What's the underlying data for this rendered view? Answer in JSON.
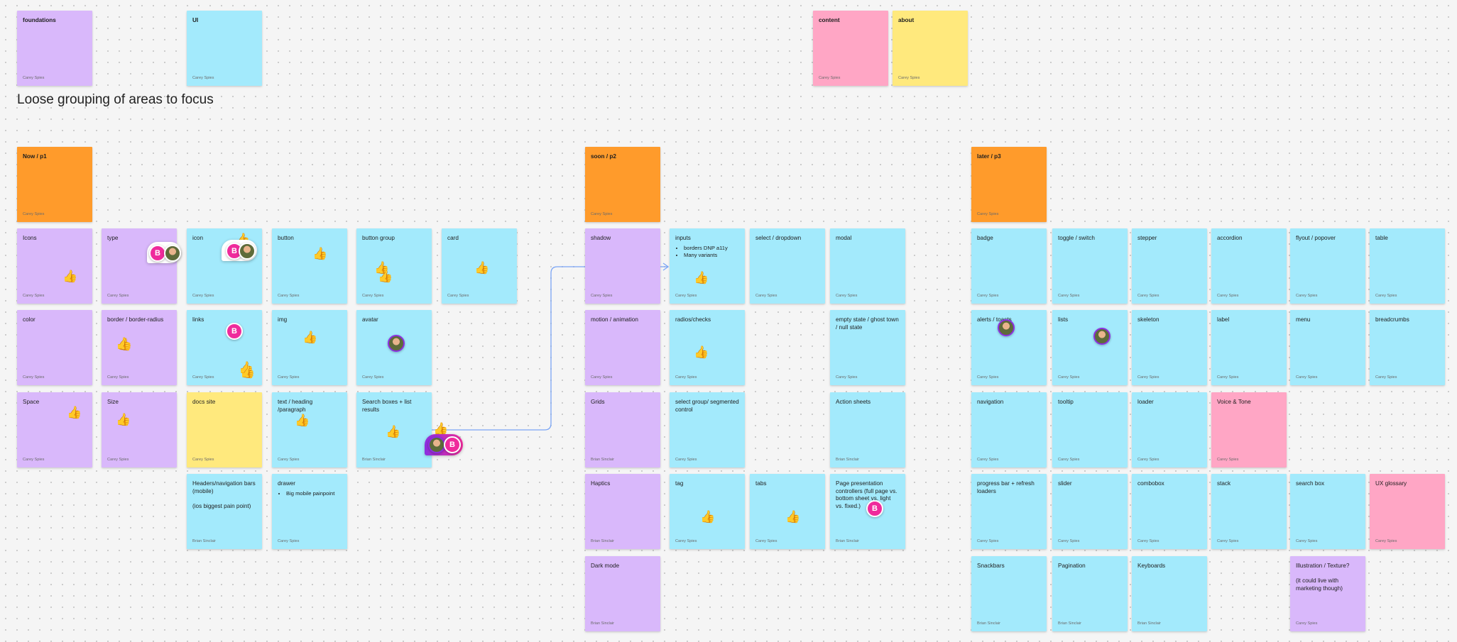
{
  "board": {
    "heading": "Loose grouping of areas to focus",
    "colors": {
      "purple": "#d9b8fb",
      "cyan": "#a3eafc",
      "orange": "#ff9b2b",
      "yellow": "#ffe97d",
      "pink": "#ffa6c5",
      "connector": "#7aa5f5",
      "avatar_pink": "#ef2b9c",
      "avatar_purple": "#8b2fe0",
      "reaction_green": "#14ae5c"
    }
  },
  "stickies": [
    {
      "text": "foundations",
      "author": "Carey Spies",
      "color": "purple",
      "bold": true
    },
    {
      "text": "UI",
      "author": "Carey Spies",
      "color": "cyan",
      "bold": true
    },
    {
      "text": "content",
      "author": "Carey Spies",
      "color": "pink",
      "bold": true
    },
    {
      "text": "about",
      "author": "Carey Spies",
      "color": "yellow",
      "bold": true
    },
    {
      "text": "Now / p1",
      "author": "Carey Spies",
      "color": "orange",
      "bold": true
    },
    {
      "text": "soon / p2",
      "author": "Carey Spies",
      "color": "orange",
      "bold": true
    },
    {
      "text": "later / p3",
      "author": "Carey Spies",
      "color": "orange",
      "bold": true
    },
    {
      "text": "Icons",
      "author": "Carey Spies",
      "color": "purple"
    },
    {
      "text": "type",
      "author": "Carey Spies",
      "color": "purple"
    },
    {
      "text": "icon",
      "author": "Carey Spies",
      "color": "cyan"
    },
    {
      "text": "button",
      "author": "Carey Spies",
      "color": "cyan"
    },
    {
      "text": "button group",
      "author": "Carey Spies",
      "color": "cyan"
    },
    {
      "text": "card",
      "author": "Carey Spies",
      "color": "cyan"
    },
    {
      "text": "color",
      "author": "Carey Spies",
      "color": "purple"
    },
    {
      "text": "border / border-radius",
      "author": "Carey Spies",
      "color": "purple"
    },
    {
      "text": "links",
      "author": "Carey Spies",
      "color": "cyan"
    },
    {
      "text": "img",
      "author": "Carey Spies",
      "color": "cyan"
    },
    {
      "text": "avatar",
      "author": "Carey Spies",
      "color": "cyan"
    },
    {
      "text": "Space",
      "author": "Carey Spies",
      "color": "purple"
    },
    {
      "text": "Size",
      "author": "Carey Spies",
      "color": "purple"
    },
    {
      "text": "docs site",
      "author": "Carey Spies",
      "color": "yellow"
    },
    {
      "text": "text / heading /paragraph",
      "author": "Carey Spies",
      "color": "cyan"
    },
    {
      "text": "Search boxes + list results",
      "author": "Brian Sinclair",
      "color": "cyan"
    },
    {
      "text": "Headers/navigation bars (mobile)\n\n(ios biggest pain point)",
      "author": "Brian Sinclair",
      "color": "cyan"
    },
    {
      "text": "drawer",
      "bullets": [
        "Big mobile painpoint"
      ],
      "author": "Carey Spies",
      "color": "cyan"
    },
    {
      "text": "shadow",
      "author": "Carey Spies",
      "color": "purple"
    },
    {
      "text": "inputs",
      "bullets": [
        "borders DNP a11y",
        "Many variants"
      ],
      "author": "Carey Spies",
      "color": "cyan"
    },
    {
      "text": "select / dropdown",
      "author": "Carey Spies",
      "color": "cyan"
    },
    {
      "text": "modal",
      "author": "Carey Spies",
      "color": "cyan"
    },
    {
      "text": "motion / animation",
      "author": "Carey Spies",
      "color": "purple"
    },
    {
      "text": "radios/checks",
      "author": "Carey Spies",
      "color": "cyan"
    },
    {
      "text": "empty state / ghost town / null state",
      "author": "Carey Spies",
      "color": "cyan"
    },
    {
      "text": "Grids",
      "author": "Brian Sinclair",
      "color": "purple"
    },
    {
      "text": "select group/ segmented control",
      "author": "Carey Spies",
      "color": "cyan"
    },
    {
      "text": "Action sheets",
      "author": "Brian Sinclair",
      "color": "cyan"
    },
    {
      "text": "Haptics",
      "author": "Brian Sinclair",
      "color": "purple"
    },
    {
      "text": "tag",
      "author": "Carey Spies",
      "color": "cyan"
    },
    {
      "text": "tabs",
      "author": "Carey Spies",
      "color": "cyan"
    },
    {
      "text": "Page presentation controllers (full page vs. bottom sheet vs. light vs. fixed.)",
      "author": "Brian Sinclair",
      "color": "cyan"
    },
    {
      "text": "Dark mode",
      "author": "Brian Sinclair",
      "color": "purple"
    },
    {
      "text": "badge",
      "author": "Carey Spies",
      "color": "cyan"
    },
    {
      "text": "toggle / switch",
      "author": "Carey Spies",
      "color": "cyan"
    },
    {
      "text": "stepper",
      "author": "Carey Spies",
      "color": "cyan"
    },
    {
      "text": "accordion",
      "author": "Carey Spies",
      "color": "cyan"
    },
    {
      "text": "flyout / popover",
      "author": "Carey Spies",
      "color": "cyan"
    },
    {
      "text": "table",
      "author": "Carey Spies",
      "color": "cyan"
    },
    {
      "text": "alerts / toasts",
      "author": "Carey Spies",
      "color": "cyan"
    },
    {
      "text": "lists",
      "author": "Carey Spies",
      "color": "cyan"
    },
    {
      "text": "skeleton",
      "author": "Carey Spies",
      "color": "cyan"
    },
    {
      "text": "label",
      "author": "Carey Spies",
      "color": "cyan"
    },
    {
      "text": "menu",
      "author": "Carey Spies",
      "color": "cyan"
    },
    {
      "text": "breadcrumbs",
      "author": "Carey Spies",
      "color": "cyan"
    },
    {
      "text": "navigation",
      "author": "Carey Spies",
      "color": "cyan"
    },
    {
      "text": "tooltip",
      "author": "Carey Spies",
      "color": "cyan"
    },
    {
      "text": "loader",
      "author": "Carey Spies",
      "color": "cyan"
    },
    {
      "text": "Voice & Tone",
      "author": "Carey Spies",
      "color": "pink"
    },
    {
      "text": "progress bar + refresh loaders",
      "author": "Carey Spies",
      "color": "cyan"
    },
    {
      "text": "slider",
      "author": "Carey Spies",
      "color": "cyan"
    },
    {
      "text": "combobox",
      "author": "Carey Spies",
      "color": "cyan"
    },
    {
      "text": "stack",
      "author": "Carey Spies",
      "color": "cyan"
    },
    {
      "text": "search box",
      "author": "Carey Spies",
      "color": "cyan"
    },
    {
      "text": "UX glossary",
      "author": "Carey Spies",
      "color": "pink"
    },
    {
      "text": "Snackbars",
      "author": "Brian Sinclair",
      "color": "cyan"
    },
    {
      "text": "Pagination",
      "author": "Brian Sinclair",
      "color": "cyan"
    },
    {
      "text": "Keyboards",
      "author": "Brian Sinclair",
      "color": "cyan"
    },
    {
      "text": "Illustration / Texture?\n\n(it could live with marketing though)",
      "author": "Carey Spies",
      "color": "purple"
    }
  ],
  "reactions": {
    "thumb": "👍"
  },
  "avatars": {
    "letter": "B"
  }
}
